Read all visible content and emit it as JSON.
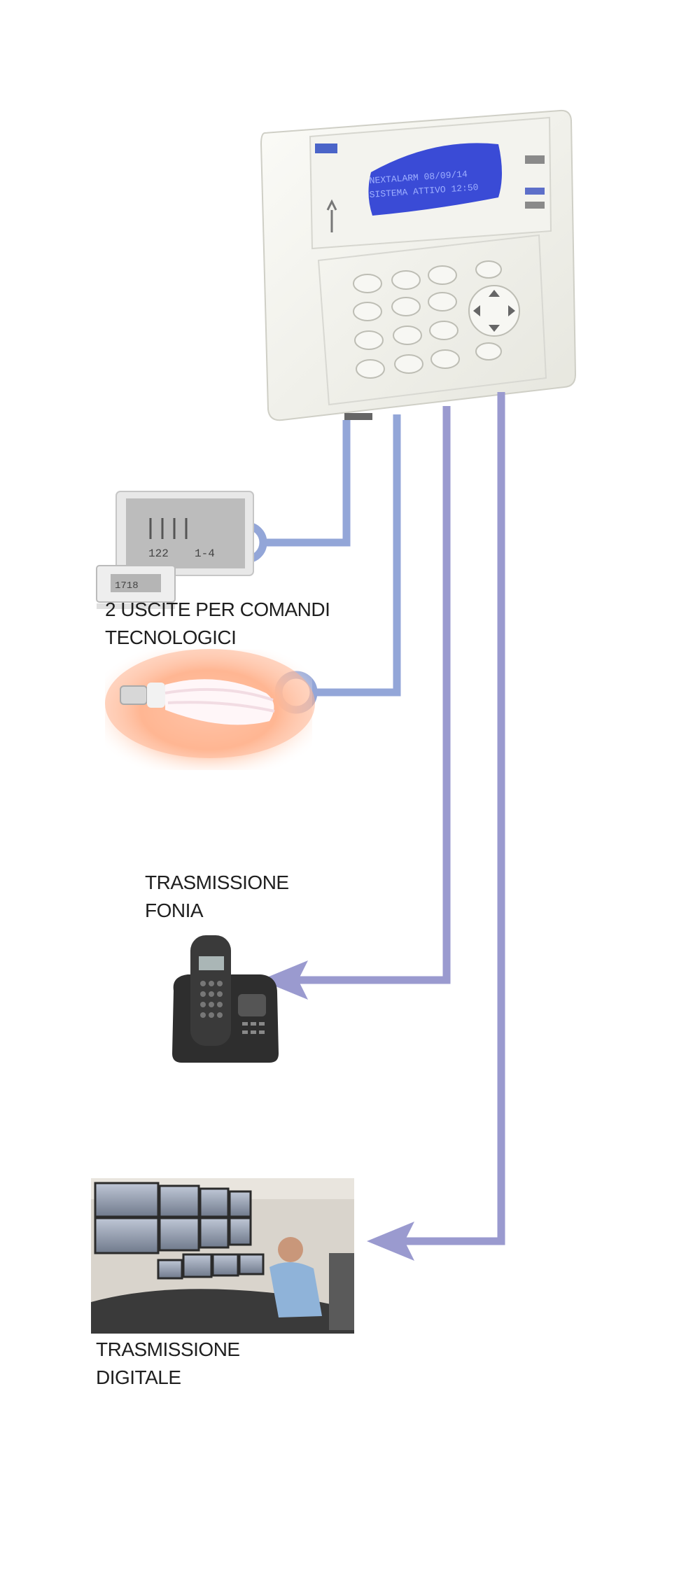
{
  "labels": {
    "outputs": [
      "2 USCITE PER COMANDI",
      "TECNOLOGICI"
    ],
    "voice": [
      "TRASMISSIONE",
      "FONIA"
    ],
    "digital": [
      "TRASMISSIONE",
      "DIGITALE"
    ]
  },
  "colors": {
    "line_blue": "#93a6d8",
    "line_purple": "#9a9acf",
    "keypad_display": "#3a4bd6",
    "background": "#ffffff"
  },
  "icons": [
    "keypad-panel-icon",
    "thermostat-icon",
    "light-bulb-icon",
    "cordless-phone-icon",
    "control-room-photo-icon"
  ]
}
